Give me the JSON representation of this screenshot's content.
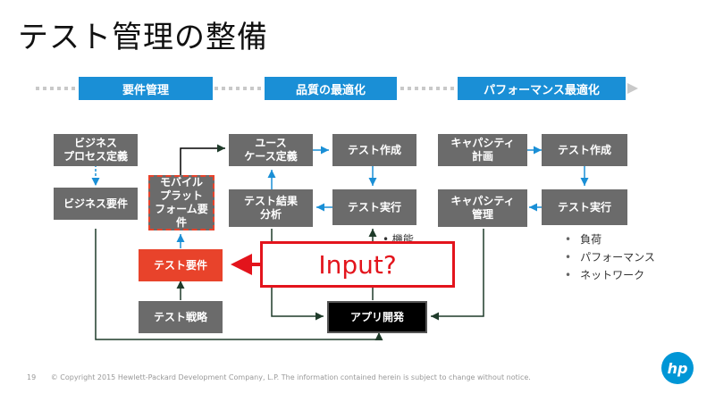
{
  "title": "テスト管理の整備",
  "phases": [
    "要件管理",
    "品質の最適化",
    "パフォーマンス最適化"
  ],
  "boxes": {
    "business_process": "ビジネス\nプロセス定義",
    "business_req": "ビジネス要件",
    "mobile_platform": "モバイル\nプラット\nフォーム要件",
    "test_req": "テスト要件",
    "test_strategy": "テスト戦略",
    "use_case": "ユース\nケース定義",
    "test_create_1": "テスト作成",
    "test_result": "テスト結果\n分析",
    "test_exec_1": "テスト実行",
    "app_dev": "アプリ開発",
    "capacity_plan": "キャパシティ\n計画",
    "test_create_2": "テスト作成",
    "capacity_mgmt": "キャパシティ\n管理",
    "test_exec_2": "テスト実行"
  },
  "function_note": "• 機能",
  "perf_bullets": [
    "負荷",
    "パフォーマンス",
    "ネットワーク"
  ],
  "callout": "Input?",
  "footer": {
    "page": "19",
    "copyright": "© Copyright 2015 Hewlett-Packard Development Company, L.P.  The information contained herein is subject to change without notice."
  },
  "logo_text": "hp",
  "colors": {
    "phase": "#1a8fd6",
    "box": "#6b6b6b",
    "accent_red": "#e8432b",
    "arrow_blue": "#1a8fd6",
    "arrow_dark": "#1f3b2a"
  }
}
